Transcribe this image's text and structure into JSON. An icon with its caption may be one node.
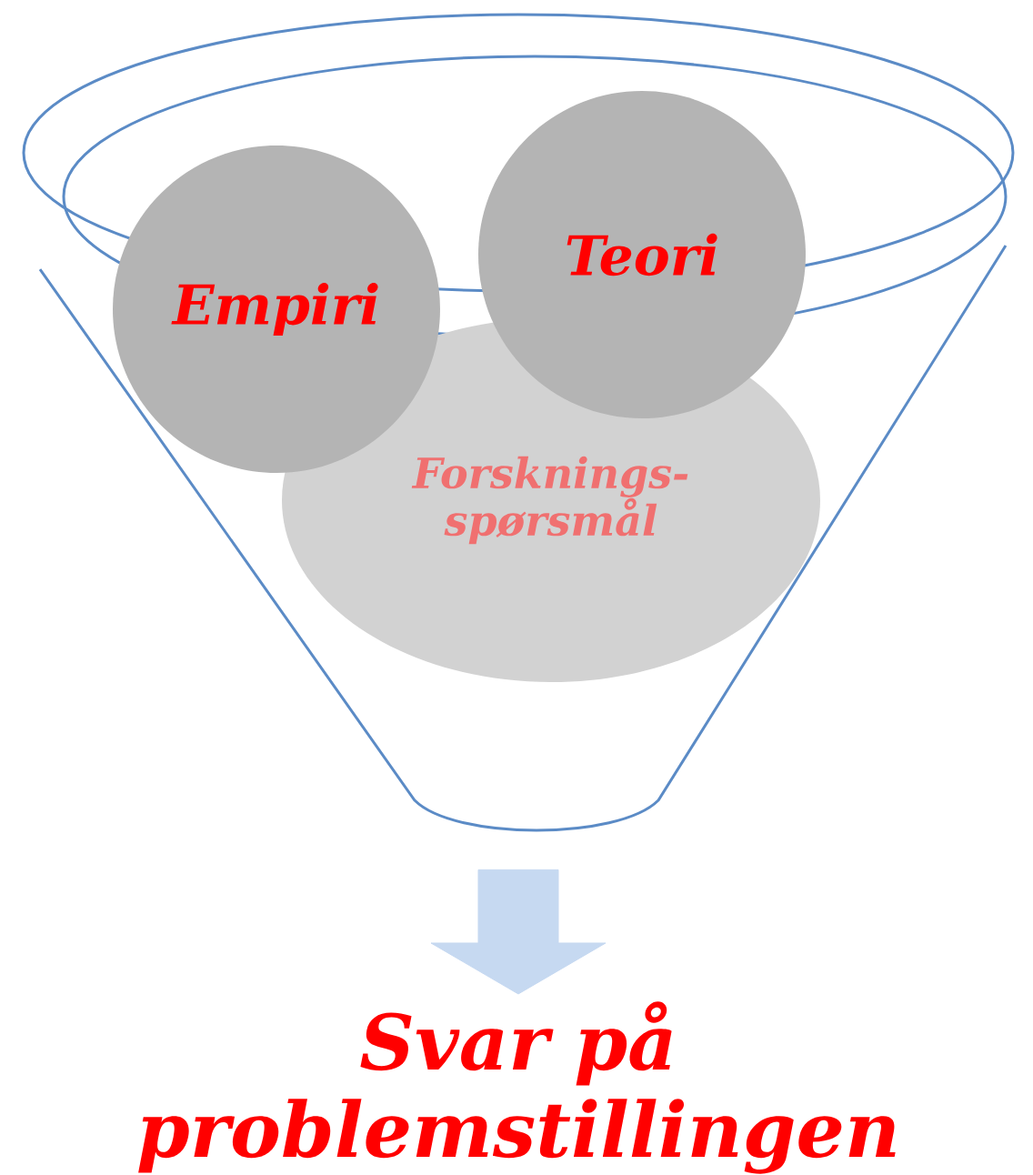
{
  "diagram": {
    "nodes": [
      {
        "text": [],
        "shape": "funnel"
      },
      {
        "text": [
          "Empiri"
        ],
        "in": 0
      },
      {
        "text": [
          "Teori"
        ],
        "in": 0
      },
      {
        "text": [
          "Forsknings-spørsmål"
        ],
        "in": 0
      },
      {
        "text": [
          "Svar på problemstillingen"
        ]
      }
    ],
    "edges": [
      {
        "from": 0,
        "to": 4,
        "arrow": "to",
        "style": "thick",
        "color": "#c6d9f1"
      }
    ]
  }
}
